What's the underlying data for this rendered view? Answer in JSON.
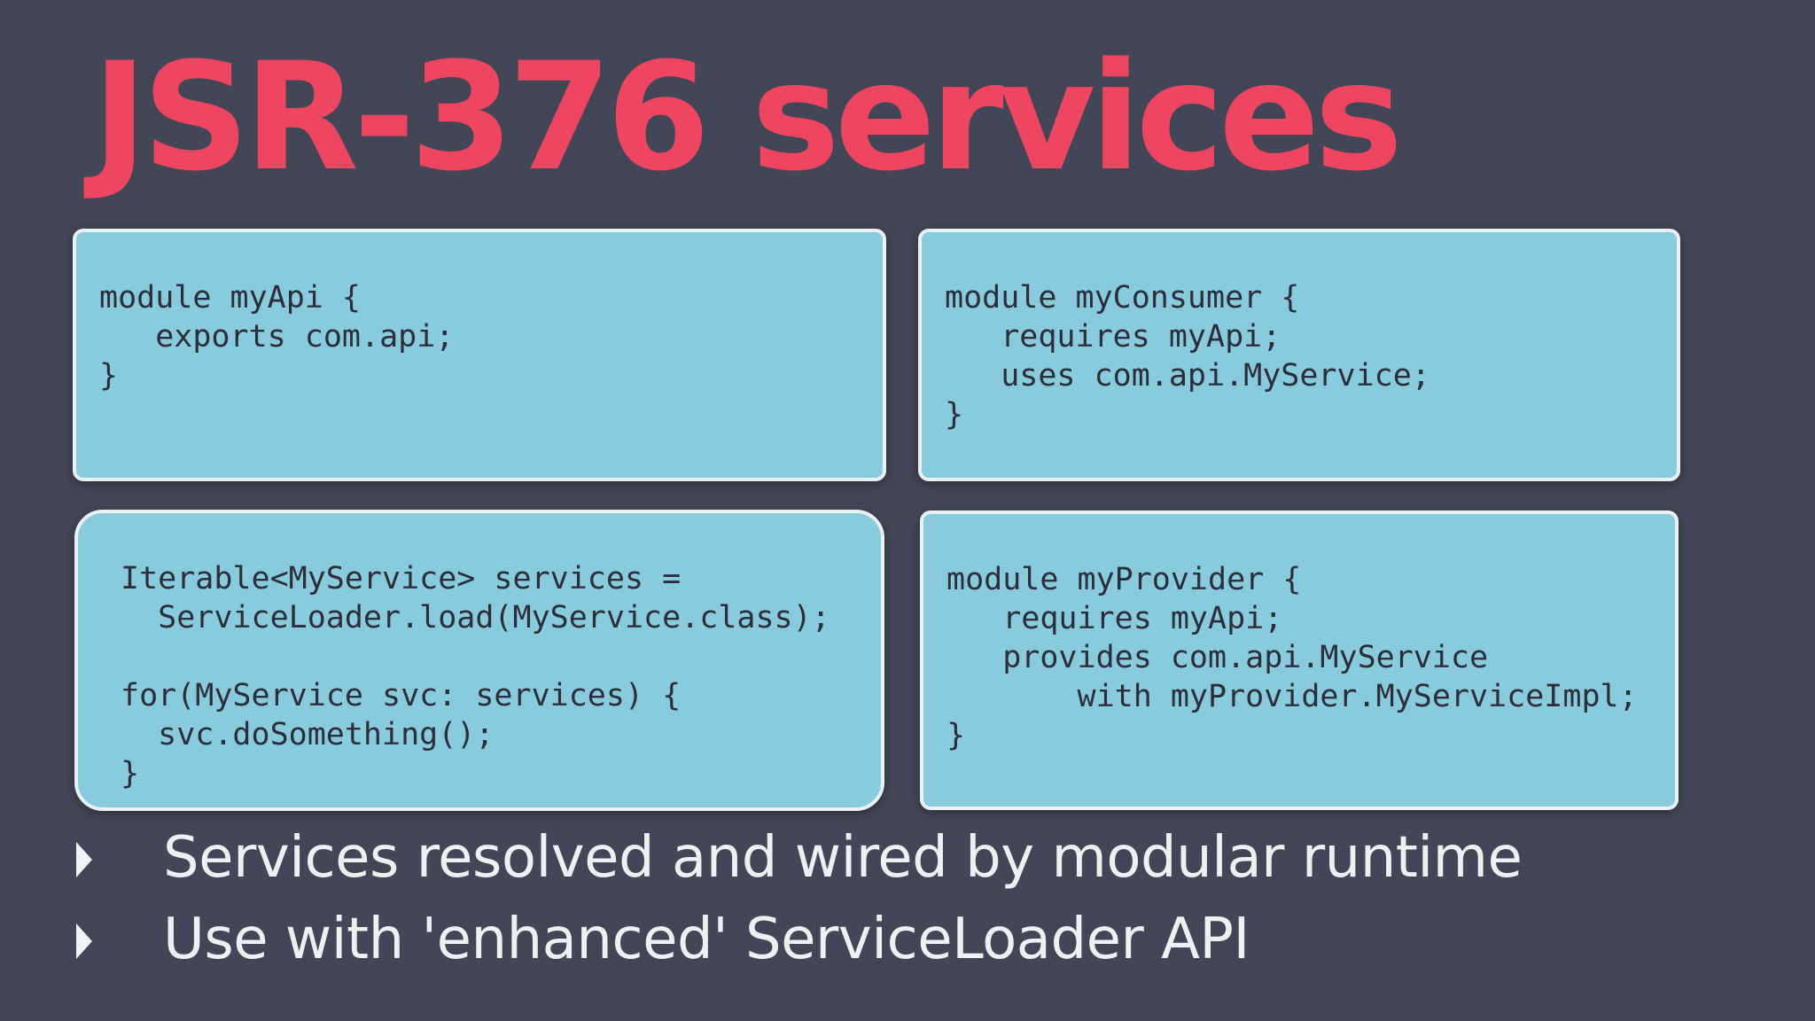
{
  "slide": {
    "title": "JSR-376 services"
  },
  "code_boxes": {
    "api": "module myApi {\n   exports com.api;\n}",
    "consumer": "module myConsumer {\n   requires myApi;\n   uses com.api.MyService;\n}",
    "loader": "Iterable<MyService> services =\n  ServiceLoader.load(MyService.class);\n\nfor(MyService svc: services) {\n  svc.doSomething();\n}",
    "provider": "module myProvider {\n   requires myApi;\n   provides com.api.MyService\n       with myProvider.MyServiceImpl;\n}"
  },
  "bullets": [
    {
      "icon": "triangle-bullet-icon",
      "text": "Services resolved and wired by modular runtime"
    },
    {
      "icon": "triangle-bullet-icon",
      "text": "Use with 'enhanced' ServiceLoader API"
    }
  ],
  "colors": {
    "background": "#434656",
    "title": "#ee4560",
    "code_box": "#87cbdd",
    "code_box_border": "#e9f1f4",
    "code_text": "#2c2e3c",
    "bullet_text": "#eef0f2"
  }
}
